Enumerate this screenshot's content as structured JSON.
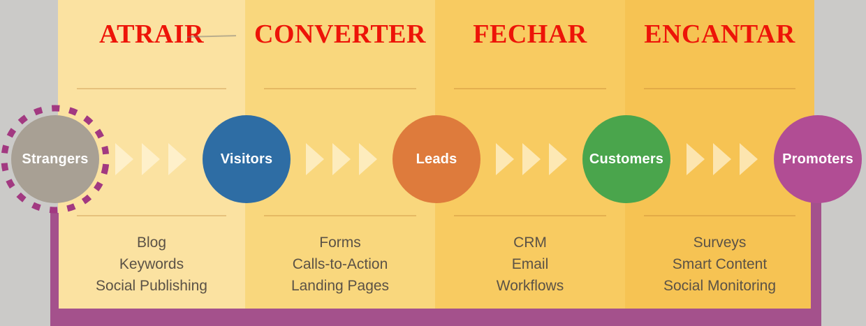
{
  "page": {
    "background": "#CBCAC8"
  },
  "colors": {
    "header_red": "#ED1408",
    "list_text": "#5B5246",
    "circle_text": "#FFFFFF",
    "border_magenta": "#A4518C",
    "dashed_ring": "#A23981",
    "chevron": "rgba(255,247,224,0.65)",
    "divider": "rgba(181,116,41,0.30)"
  },
  "stages": [
    {
      "header": "ATRAIR",
      "bg": "#FBE2A1",
      "items": [
        "Blog",
        "Keywords",
        "Social Publishing"
      ]
    },
    {
      "header": "CONVERTER",
      "bg": "#F9D77D",
      "items": [
        "Forms",
        "Calls-to-Action",
        "Landing Pages"
      ]
    },
    {
      "header": "FECHAR",
      "bg": "#F8CB61",
      "items": [
        "CRM",
        "Email",
        "Workflows"
      ]
    },
    {
      "header": "ENCANTAR",
      "bg": "#F6C353",
      "items": [
        "Surveys",
        "Smart Content",
        "Social Monitoring"
      ]
    }
  ],
  "circles": [
    {
      "label": "Strangers",
      "color": "#A8A094"
    },
    {
      "label": "Visitors",
      "color": "#2E6DA4"
    },
    {
      "label": "Leads",
      "color": "#DE7B3C"
    },
    {
      "label": "Customers",
      "color": "#4AA54C"
    },
    {
      "label": "Promoters",
      "color": "#B14D94"
    }
  ]
}
